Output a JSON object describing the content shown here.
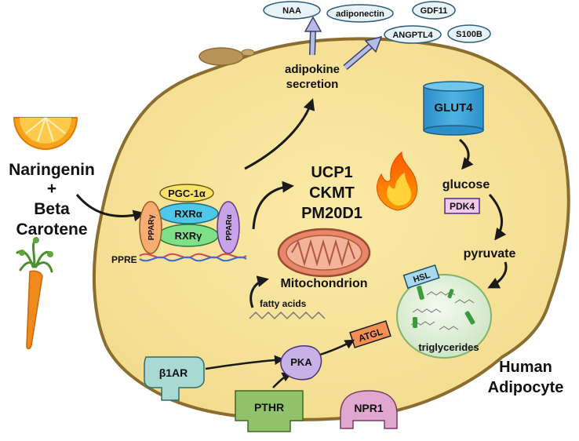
{
  "inputs": {
    "line1": "Naringenin",
    "line2": "+",
    "line3": "Beta",
    "line4": "Carotene"
  },
  "secreted": {
    "naa": "NAA",
    "adiponectin": "adiponectin",
    "gdf11": "GDF11",
    "angptl4": "ANGPTL4",
    "s100b": "S100B"
  },
  "adipokine": {
    "line1": "adipokine",
    "line2": "secretion"
  },
  "glut4": "GLUT4",
  "glucose": "glucose",
  "pdk4": "PDK4",
  "pyruvate": "pyruvate",
  "receptors": {
    "pgc1a": "PGC-1α",
    "rxra": "RXRα",
    "rxrg": "RXRγ",
    "pparg": "PPARγ",
    "ppara": "PPARα",
    "ppre": "PPRE"
  },
  "thermogenic": {
    "ucp1": "UCP1",
    "ckmt": "CKMT",
    "pm20d1": "PM20D1"
  },
  "mitochondrion": "Mitochondrion",
  "fatty_acids": "fatty acids",
  "hsl": "HSL",
  "atgl": "ATGL",
  "triglycerides": "triglycerides",
  "b1ar": "β1AR",
  "pka": "PKA",
  "pthr": "PTHR",
  "npr1": "NPR1",
  "cell_label": {
    "line1": "Human",
    "line2": "Adipocyte"
  }
}
